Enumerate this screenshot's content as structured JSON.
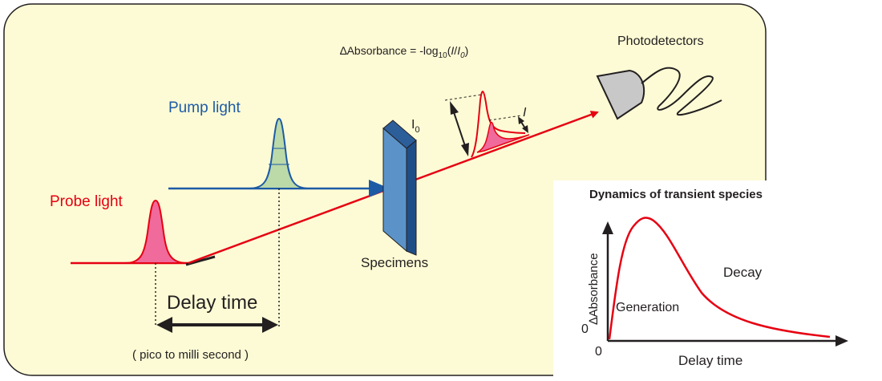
{
  "colors": {
    "panel_fill": "#fdfbd5",
    "panel_border": "#231f20",
    "probe": "#e60012",
    "probe_pulse_fill": "#f06a9b",
    "pump": "#1d5aa6",
    "pump_pulse_fill": "#bcd9a8",
    "specimen_front": "#5b93c9",
    "specimen_side": "#1f4e87",
    "detector": "#c8c8c8",
    "text": "#231f20"
  },
  "labels": {
    "pump_light": "Pump light",
    "probe_light": "Probe light",
    "delay_time": "Delay time",
    "delay_range": "( pico to milli second )",
    "specimens": "Specimens",
    "photodetectors": "Photodetectors",
    "i0_main": "I",
    "i0_sub": "0",
    "i_label": "I",
    "formula_delta": "∆",
    "formula_prefix": "Absorbance = -log",
    "formula_sub": "10",
    "formula_paren_open": "(",
    "formula_I": "I",
    "formula_slash": "/",
    "formula_I0": "I",
    "formula_I0_sub": "0",
    "formula_paren_close": ")"
  },
  "inset": {
    "title": "Dynamics of transient species",
    "y_axis_label": "∆Absorbance",
    "x_axis_label": "Delay time",
    "origin_x": "0",
    "origin_y": "0",
    "generation": "Generation",
    "decay": "Decay"
  },
  "icons": {
    "detector": "photodetector-icon",
    "specimen": "specimen-cuvette-icon"
  }
}
